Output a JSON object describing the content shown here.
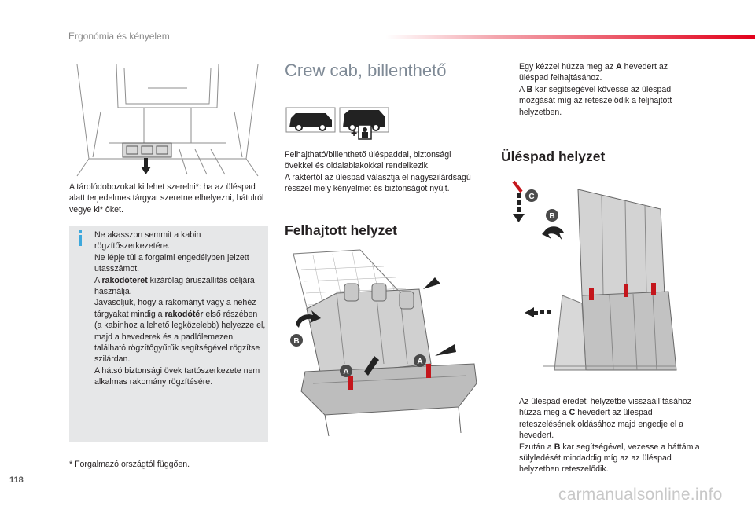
{
  "header": {
    "title": "Ergonómia és kényelem"
  },
  "page_number": "118",
  "left_column": {
    "intro_paragraph": "A tárolódobozokat ki lehet szerelni*: ha az üléspad alatt terjedelmes tárgyat szeretne elhelyezni, hátulról vegye ki* őket.",
    "info_box": {
      "lines": [
        "Ne akasszon semmit a kabin rögzítőszerkezetére.",
        "Ne lépje túl a forgalmi engedélyben jelzett utasszámot.",
        "A ",
        "rakodóteret",
        " kizárólag áruszállítás céljára használja.",
        "Javasoljuk, hogy a rakományt vagy a nehéz tárgyakat mindig a ",
        "rakodótér",
        " első részében (a kabinhoz a lehető legközelebb) helyezze el, majd a hevederek és a padlólemezen található rögzítőgyűrűk segítségével rögzítse szilárdan.",
        "A hátsó biztonsági övek tartószerkezete nem alkalmas rakomány rögzítésére."
      ]
    },
    "footnote": "* Forgalmazó országtól függően."
  },
  "middle_column": {
    "section_title": "Crew cab, billenthető",
    "description": "Felhajtható/billenthető üléspaddal, biztonsági övekkel és oldalablakokkal rendelkezik.\nA raktértől az üléspad választja el nagyszilárdságú résszel mely kényelmet és biztonságot nyújt.",
    "heading": "Felhajtott helyzet",
    "icon_plus": "+",
    "labels": {
      "A": "A",
      "B": "B"
    }
  },
  "right_column": {
    "bullet_mark": "",
    "steps_top": [
      {
        "pre": "Egy kézzel húzza meg az ",
        "key": "A",
        "post": " hevedert az üléspad felhajtásához."
      },
      {
        "pre": "A ",
        "key": "B",
        "post": " kar segítségével kövesse az üléspad mozgását míg az reteszelődik a feljhajtott helyzetben."
      }
    ],
    "heading": "Üléspad helyzet",
    "labels": {
      "B": "B",
      "C": "C"
    },
    "steps_bottom": [
      {
        "pre": "Az üléspad eredeti helyzetbe visszaállításához húzza meg a ",
        "key": "C",
        "post": " hevedert az üléspad reteszelésének oldásához majd engedje el a hevedert."
      },
      {
        "pre": "Ezután a ",
        "key": "B",
        "post": " kar segítségével, vezesse a háttámla sülyledését mindaddig míg az az üléspad helyzetben reteszelődik."
      }
    ]
  },
  "watermark": "carmanualsonline.info",
  "colors": {
    "accent_red": "#e2001a",
    "info_blue": "#3da8dc",
    "strap_red": "#c4161c",
    "title_grey": "#7f8a96"
  }
}
